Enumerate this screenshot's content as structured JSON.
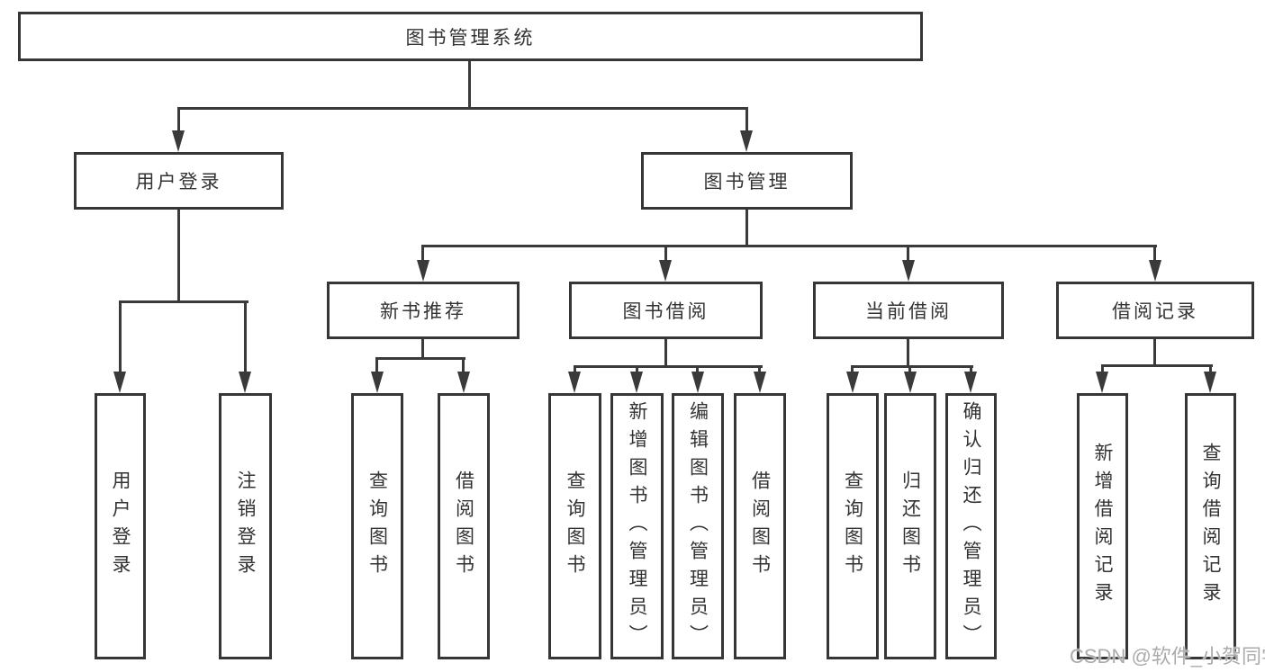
{
  "diagram": {
    "title": "图书管理系统",
    "level2": [
      "用户登录",
      "图书管理"
    ],
    "level3": [
      "新书推荐",
      "图书借阅",
      "当前借阅",
      "借阅记录"
    ],
    "leaves": {
      "user_login": [
        "用户登录",
        "注销登录"
      ],
      "new_book": [
        "查询图书",
        "借阅图书"
      ],
      "book_borrow": [
        "查询图书",
        "新增图书（管理员）",
        "编辑图书（管理员）",
        "借阅图书"
      ],
      "current_borrow": [
        "查询图书",
        "归还图书",
        "确认归还（管理员）"
      ],
      "borrow_records": [
        "新增借阅记录",
        "查询借阅记录"
      ]
    },
    "colors": {
      "line": "#3a3a3a",
      "border": "#363636",
      "text": "#333333",
      "background": "#ffffff",
      "watermark": "#ababab"
    },
    "watermark": "CSDN @软件_小贺同学"
  }
}
